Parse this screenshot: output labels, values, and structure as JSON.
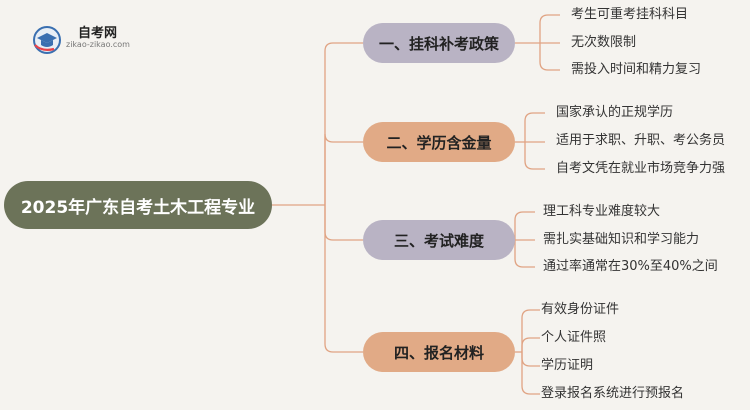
{
  "logo": {
    "title": "自考网",
    "subtitle": "zikao-zikao.com"
  },
  "root": {
    "label": "2025年广东自考土木工程专业"
  },
  "branches": [
    {
      "label": "一、挂科补考政策",
      "color": "#b9b3c4",
      "items": [
        "考生可重考挂科科目",
        "无次数限制",
        "需投入时间和精力复习"
      ]
    },
    {
      "label": "二、学历含金量",
      "color": "#e1aa86",
      "items": [
        "国家承认的正规学历",
        "适用于求职、升职、考公务员",
        "自考文凭在就业市场竞争力强"
      ]
    },
    {
      "label": "三、考试难度",
      "color": "#b9b3c4",
      "items": [
        "理工科专业难度较大",
        "需扎实基础知识和学习能力",
        "通过率通常在30%至40%之间"
      ]
    },
    {
      "label": "四、报名材料",
      "color": "#e1aa86",
      "items": [
        "有效身份证件",
        "个人证件照",
        "学历证明",
        "登录报名系统进行预报名"
      ]
    }
  ],
  "colors": {
    "root": "#6c7359",
    "line": "#e0a383",
    "background": "#f5f3ef"
  }
}
